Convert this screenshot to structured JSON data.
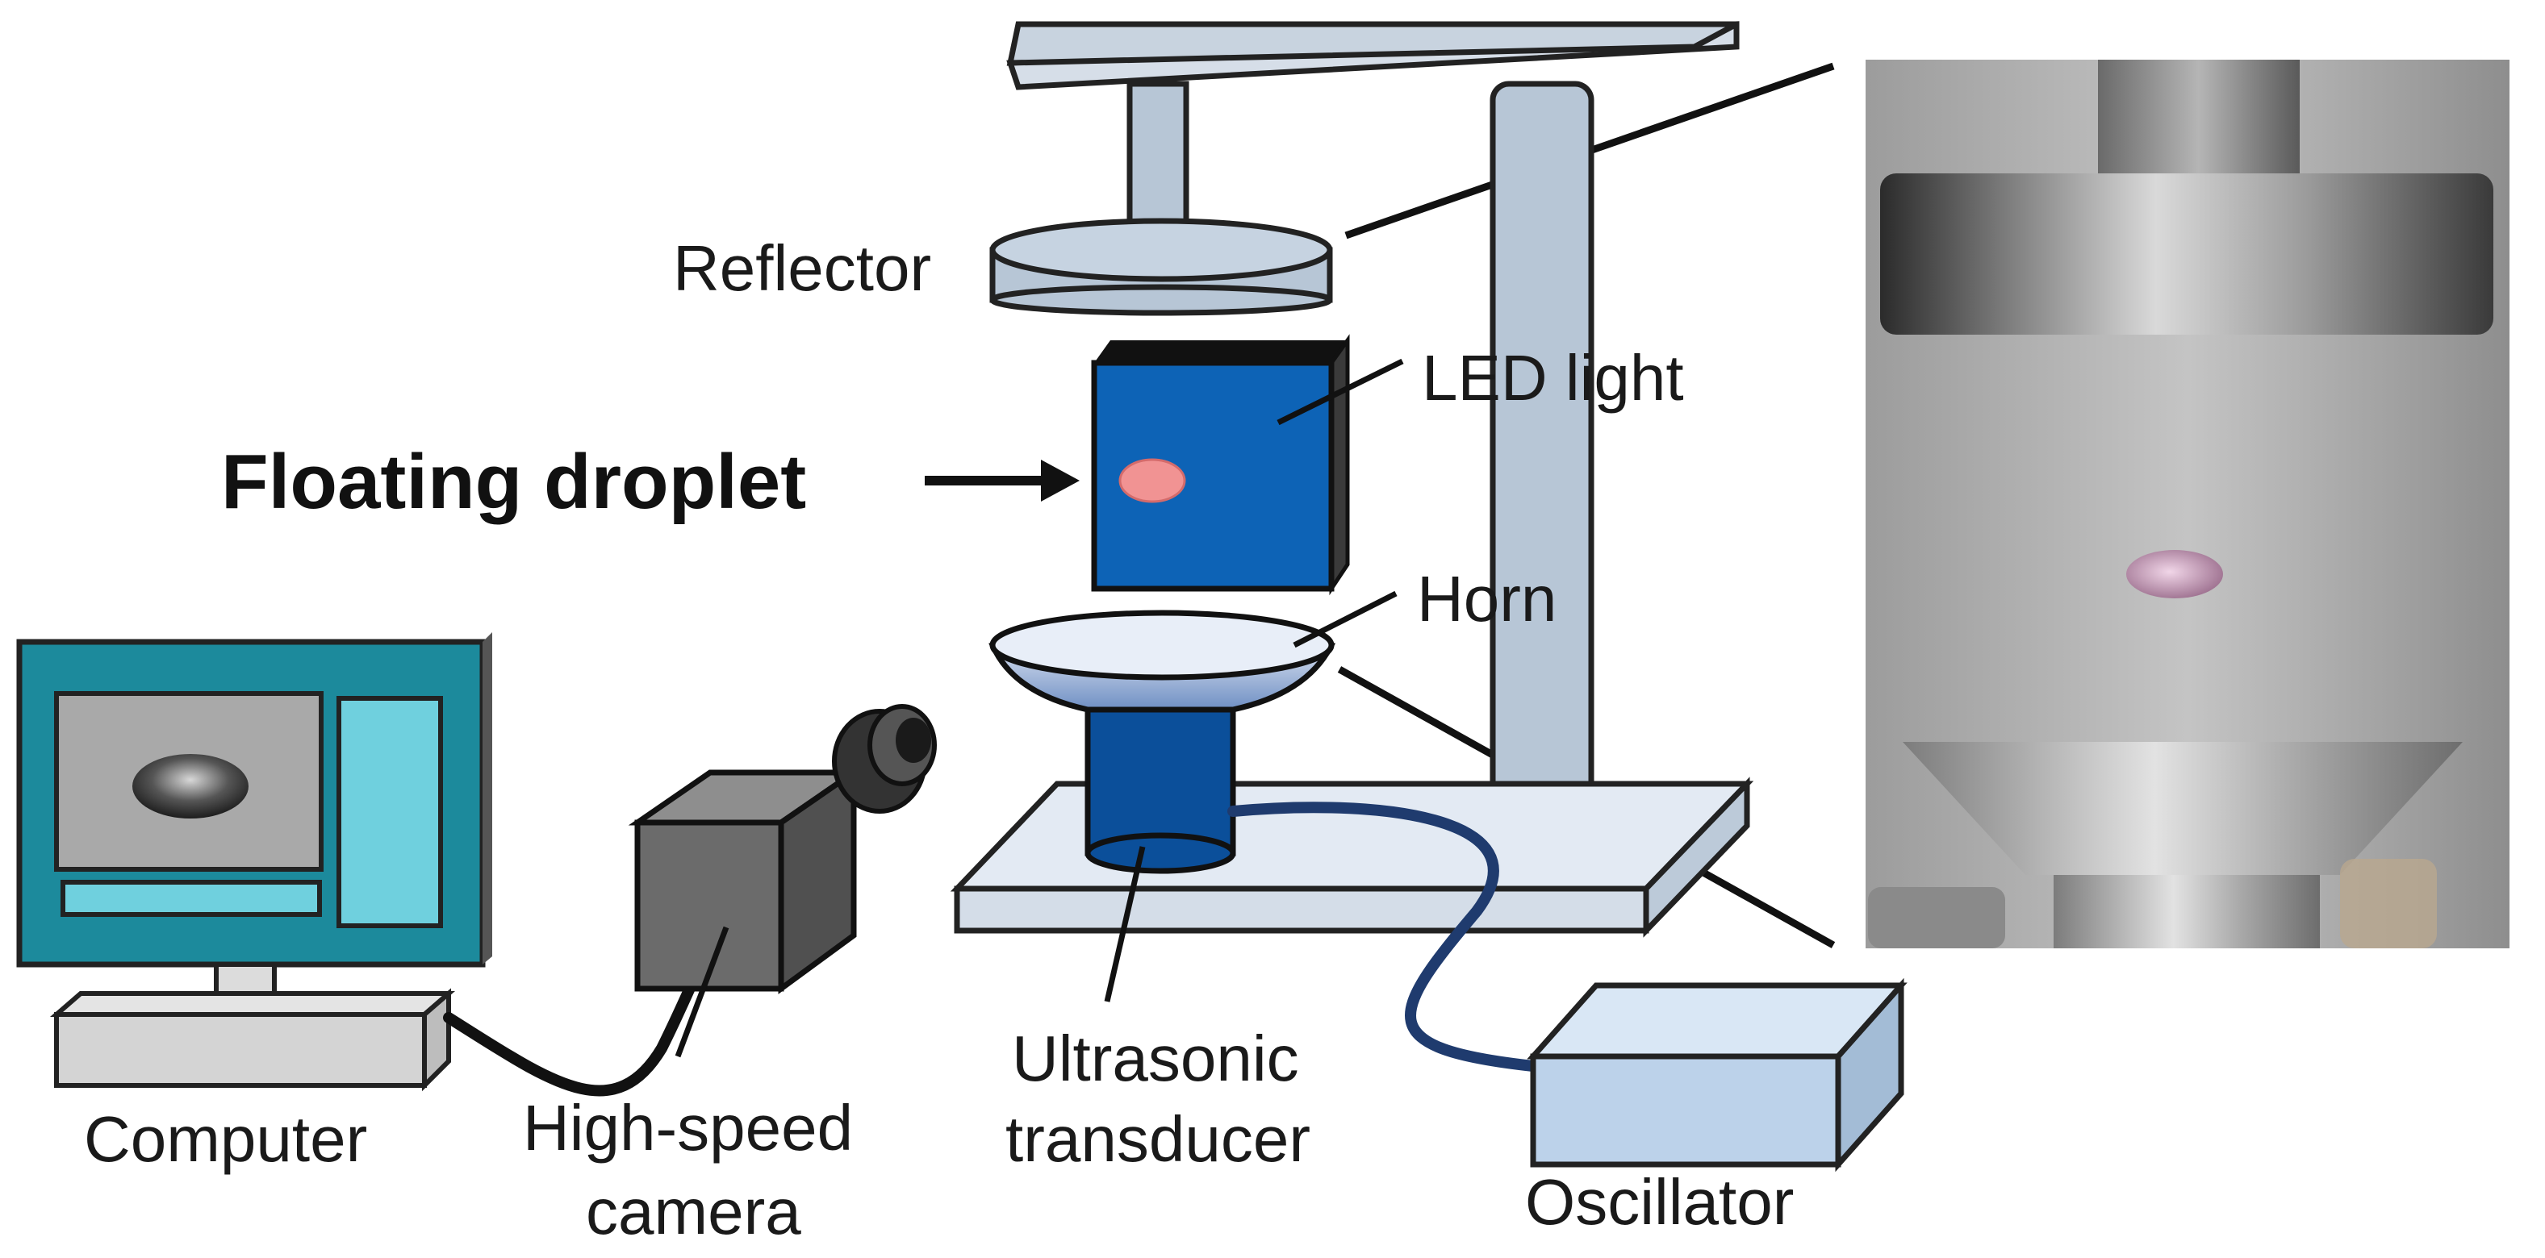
{
  "labels": {
    "reflector": "Reflector",
    "led_light": "LED light",
    "floating_droplet": "Floating droplet",
    "horn": "Horn",
    "computer": "Computer",
    "high_speed_camera_line1": "High-speed",
    "high_speed_camera_line2": "camera",
    "ultrasonic_transducer_line1": "Ultrasonic",
    "ultrasonic_transducer_line2": "transducer",
    "oscillator": "Oscillator"
  },
  "colors": {
    "blue_panel": "#0d63b6",
    "transducer_blue": "#0b4f9a",
    "steel_light": "#b7c6d6",
    "monitor_teal": "#1c8a9c",
    "screen_gray": "#a9a9a9",
    "screen_panel": "#6fd0de",
    "camera_gray": "#6b6b6b",
    "droplet_pink": "#f19393",
    "cable_navy": "#1f3b6e",
    "oscillator_blue": "#bcd2ea"
  }
}
